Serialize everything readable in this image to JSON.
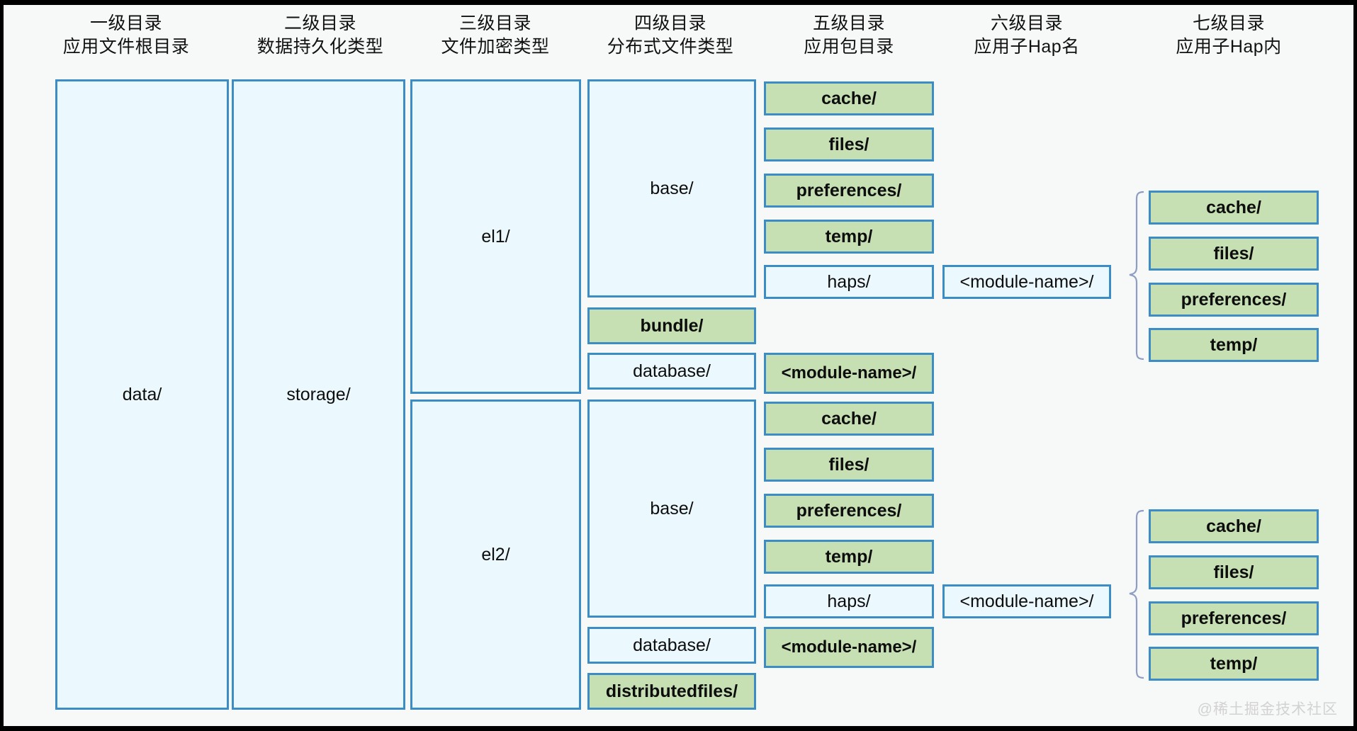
{
  "columns": [
    {
      "level": "一级目录",
      "desc": "应用文件根目录"
    },
    {
      "level": "二级目录",
      "desc": "数据持久化类型"
    },
    {
      "level": "三级目录",
      "desc": "文件加密类型"
    },
    {
      "level": "四级目录",
      "desc": "分布式文件类型"
    },
    {
      "level": "五级目录",
      "desc": "应用包目录"
    },
    {
      "level": "六级目录",
      "desc": "应用子Hap名"
    },
    {
      "level": "七级目录",
      "desc": "应用子Hap内"
    }
  ],
  "colors": {
    "box_border": "#3c8dc5",
    "blue_fill": "#ebf8fd",
    "green_fill": "#c6e0b4",
    "page_bg": "#f7f8f8",
    "frame": "#000000",
    "watermark": "#d2d2d2"
  },
  "nodes": {
    "data": "data/",
    "storage": "storage/",
    "el1": "el1/",
    "el2": "el2/",
    "base_el1": "base/",
    "base_el2": "base/",
    "bundle": "bundle/",
    "database_el1": "database/",
    "database_el2": "database/",
    "distributedfiles": "distributedfiles/",
    "el1_cache": "cache/",
    "el1_files": "files/",
    "el1_preferences": "preferences/",
    "el1_temp": "temp/",
    "el1_haps": "haps/",
    "el1_module_name": "<module-name>/",
    "el1_db_module_name": "<module-name>/",
    "el2_cache": "cache/",
    "el2_files": "files/",
    "el2_preferences": "preferences/",
    "el2_temp": "temp/",
    "el2_haps": "haps/",
    "el2_module_name": "<module-name>/",
    "el2_db_module_name": "<module-name>/",
    "hap1_cache": "cache/",
    "hap1_files": "files/",
    "hap1_preferences": "preferences/",
    "hap1_temp": "temp/",
    "hap2_cache": "cache/",
    "hap2_files": "files/",
    "hap2_preferences": "preferences/",
    "hap2_temp": "temp/"
  },
  "watermark": "@稀土掘金技术社区"
}
